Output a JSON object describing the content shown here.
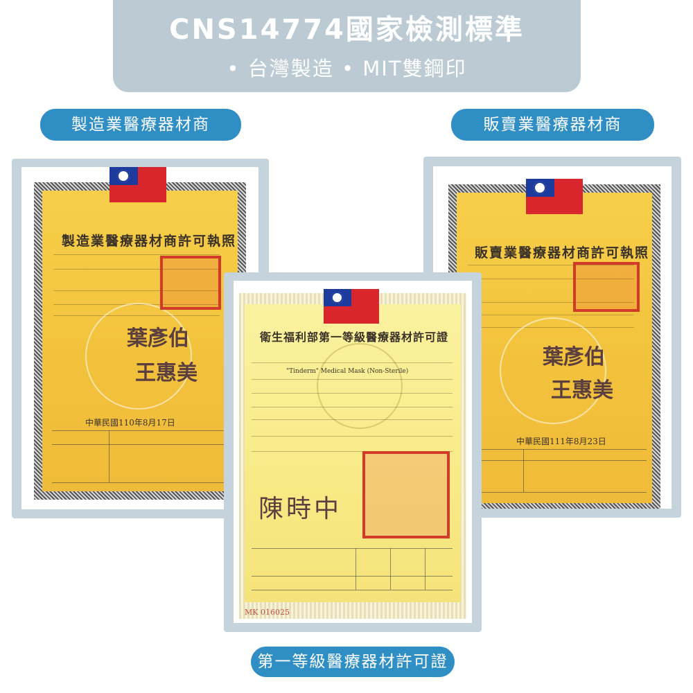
{
  "banner": {
    "title": "CNS14774國家檢測標準",
    "subtitle": "• 台灣製造  • MIT雙鋼印"
  },
  "labels": {
    "left": "製造業醫療器材商",
    "right": "販賣業醫療器材商",
    "bottom": "第一等級醫療器材許可證"
  },
  "cert_left": {
    "title": "製造業醫療器材商許可執照",
    "signature_top": "葉彥伯",
    "signature_bottom": "王惠美",
    "date_line": "中華民國110年8月17日"
  },
  "cert_right": {
    "title": "販賣業醫療器材商許可執照",
    "signature_top": "葉彥伯",
    "signature_bottom": "王惠美",
    "date_line": "中華民國111年8月23日"
  },
  "cert_center": {
    "title": "衛生福利部第一等級醫療器材許可證",
    "product_name": "\"Tinderm\" Medical Mask (Non-Sterile)",
    "signature": "陳時中",
    "serial": "MK 016025"
  },
  "colors": {
    "banner": "#bccbd3",
    "pill": "#2f8fc4",
    "frame": "#c5d4dc",
    "certificate_yellow": "#f3c23c",
    "seal_red": "#d23a2a"
  }
}
